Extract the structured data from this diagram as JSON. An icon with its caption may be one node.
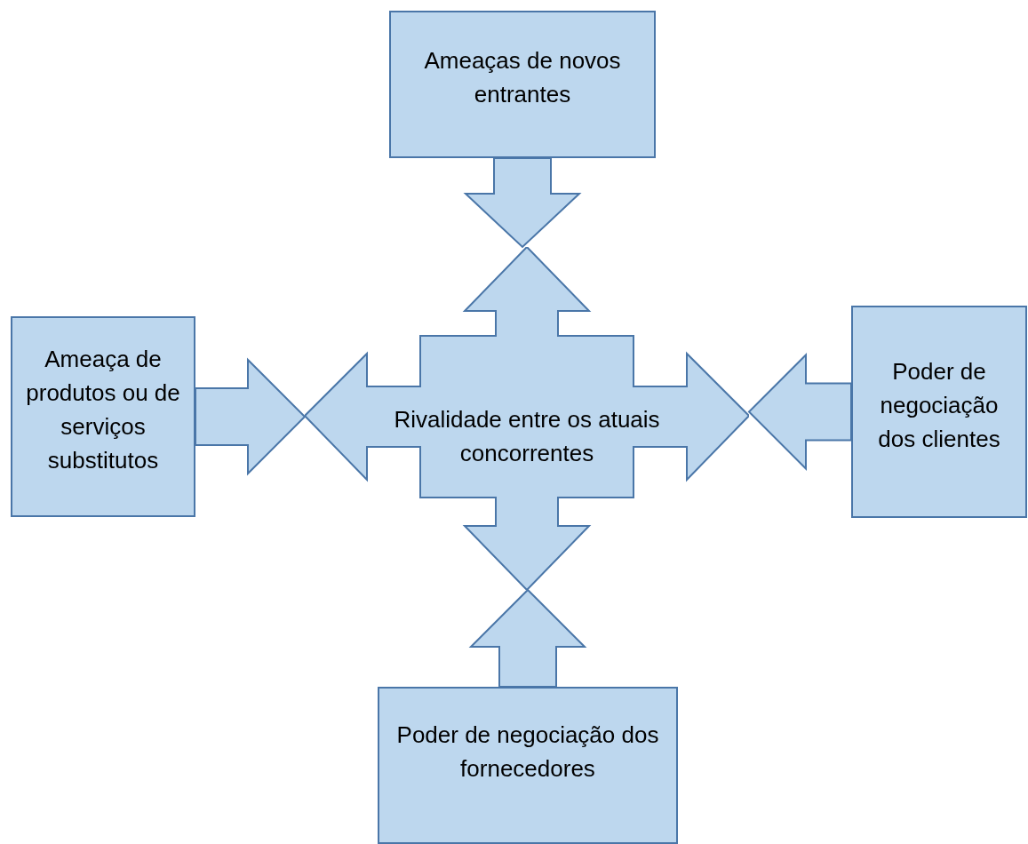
{
  "diagram": {
    "nodes": [
      {
        "text": [
          "Ameaças de novos entrantes"
        ]
      },
      {
        "text": [
          "Ameaça de produtos ou de serviços substitutos"
        ]
      },
      {
        "text": [
          "Rivalidade entre os atuais concorrentes"
        ]
      },
      {
        "text": [
          "Poder de negociação dos clientes"
        ]
      },
      {
        "text": [
          "Poder de negociação dos fornecedores"
        ]
      }
    ],
    "edges": [
      {
        "from": 0,
        "to": 2,
        "arrow": "to"
      },
      {
        "from": 1,
        "to": 2,
        "arrow": "to"
      },
      {
        "from": 3,
        "to": 2,
        "arrow": "to"
      },
      {
        "from": 4,
        "to": 2,
        "arrow": "to"
      }
    ]
  }
}
